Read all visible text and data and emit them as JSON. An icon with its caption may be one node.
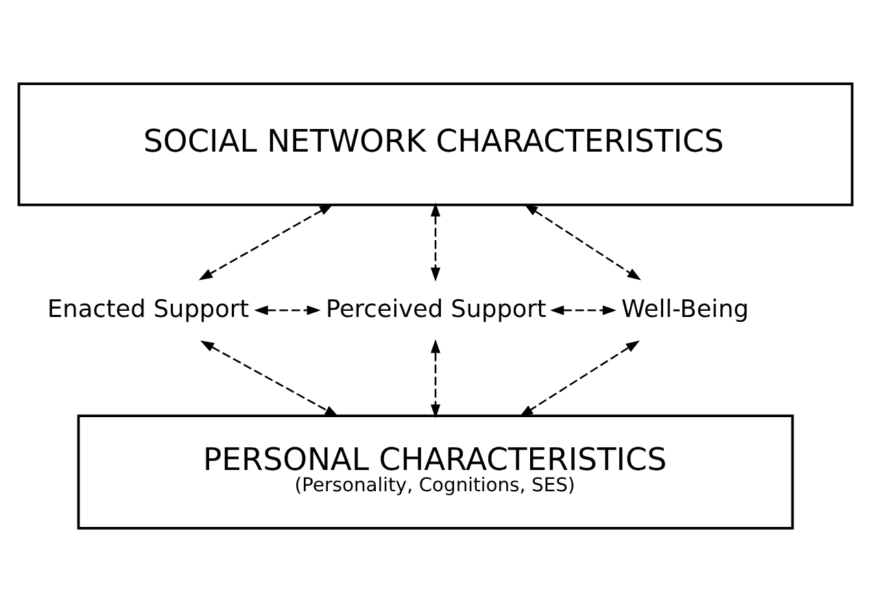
{
  "diagram": {
    "nodes": [
      {
        "text": [
          "SOCIAL NETWORK CHARACTERISTICS"
        ]
      },
      {
        "text": [
          "Enacted Support"
        ]
      },
      {
        "text": [
          "Perceived Support"
        ]
      },
      {
        "text": [
          "Well-Being"
        ]
      },
      {
        "text": [
          "PERSONAL CHARACTERISTICS",
          "(Personality, Cognitions, SES)"
        ]
      }
    ],
    "edges": [
      {
        "from": 0,
        "to": 1,
        "arrow": "both",
        "style": "dashed"
      },
      {
        "from": 0,
        "to": 2,
        "arrow": "both",
        "style": "dashed"
      },
      {
        "from": 0,
        "to": 3,
        "arrow": "both",
        "style": "dashed"
      },
      {
        "from": 1,
        "to": 2,
        "arrow": "both",
        "style": "dashed"
      },
      {
        "from": 2,
        "to": 3,
        "arrow": "both",
        "style": "dashed"
      },
      {
        "from": 1,
        "to": 4,
        "arrow": "both",
        "style": "dashed"
      },
      {
        "from": 2,
        "to": 4,
        "arrow": "both",
        "style": "dashed"
      },
      {
        "from": 3,
        "to": 4,
        "arrow": "both",
        "style": "dashed"
      }
    ]
  }
}
